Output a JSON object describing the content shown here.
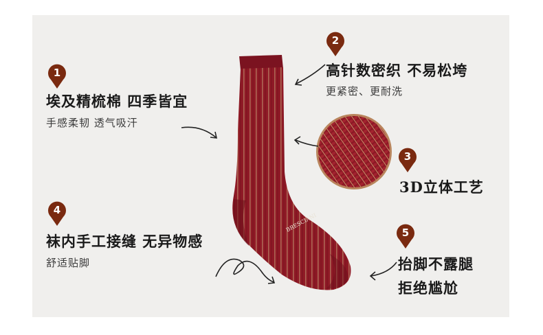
{
  "features": [
    {
      "number": "1",
      "title": "埃及精梳棉 四季皆宜",
      "subtitle": "手感柔韧 透气吸汗"
    },
    {
      "number": "2",
      "title": "高针数密织 不易松垮",
      "subtitle": "更紧密、更耐洗"
    },
    {
      "number": "3",
      "title": "3D立体工艺",
      "subtitle": ""
    },
    {
      "number": "4",
      "title": "袜内手工接缝 无异物感",
      "subtitle": "舒适贴脚"
    },
    {
      "number": "5",
      "title_line1": "抬脚不露腿",
      "title_line2": "拒绝尴尬"
    }
  ],
  "product": {
    "brand_label": "BRESCIANI"
  },
  "colors": {
    "sock": "#8f1a26",
    "sock_dark": "#6e101b",
    "stripe": "#c7a47a",
    "badge": "#7a2a10",
    "panel": "#f0efed"
  },
  "icons": [
    "badge-pin-icon",
    "arrow-icon",
    "loop-arrow-icon"
  ]
}
